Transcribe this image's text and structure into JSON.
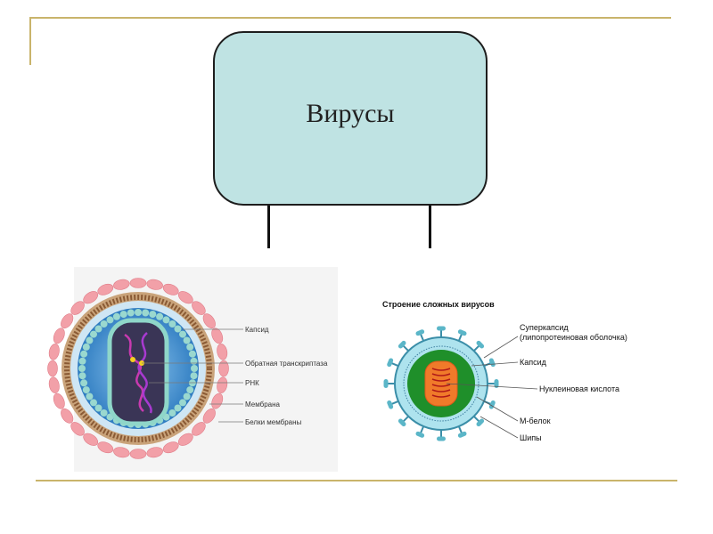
{
  "title": "Вирусы",
  "left_diagram": {
    "labels": [
      "Капсид",
      "Обратная транскриптаза",
      "РНК",
      "Мембрана",
      "Белки мембраны"
    ]
  },
  "right_diagram": {
    "heading": "Строение сложных вирусов",
    "labels": [
      "Суперкапсид",
      "(липопротеиновая оболочка)",
      "Капсид",
      "Нуклеиновая кислота",
      "М-белок",
      "Шипы"
    ]
  },
  "colors": {
    "frame": "#c9b46b",
    "title_box": "#bfe3e3",
    "membrane_pink": "#f2a0a8",
    "capsid_blue": "#3d8fd0",
    "supercapsid": "#aee3ee",
    "capsid_green": "#1f8f2a",
    "nucleic_orange": "#f07a2a"
  }
}
